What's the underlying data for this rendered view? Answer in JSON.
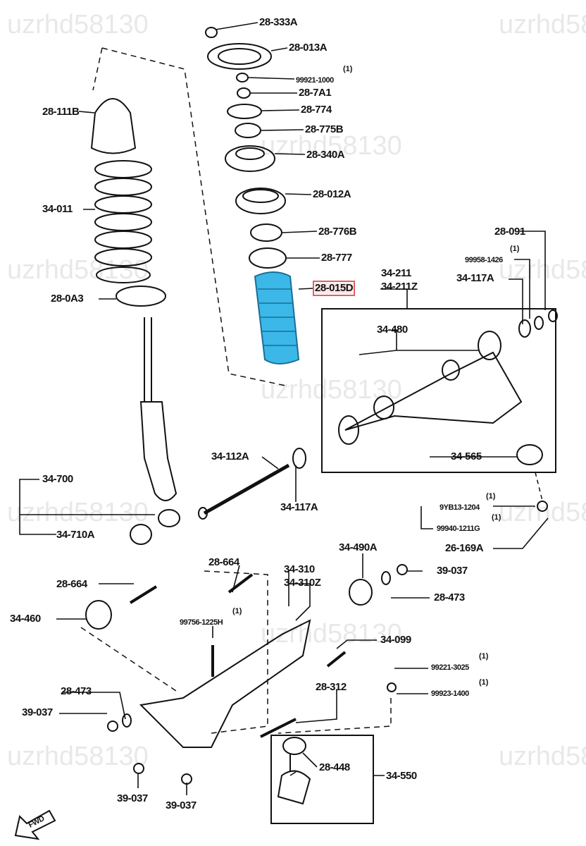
{
  "watermark": "uzrhd58130",
  "highlight_color": "#e06060",
  "boot_color": "#3bb8e8",
  "fwd_label": "FWD",
  "labels": {
    "l28_333A": "28-333A",
    "l28_013A": "28-013A",
    "l99921": "99921-1000",
    "l28_7A1": "28-7A1",
    "l28_774": "28-774",
    "l28_775B": "28-775B",
    "l28_340A": "28-340A",
    "l28_012A": "28-012A",
    "l28_776B": "28-776B",
    "l28_777": "28-777",
    "l28_015D": "28-015D",
    "l28_111B": "28-111B",
    "l34_011": "34-011",
    "l28_0A3": "28-0A3",
    "l28_091": "28-091",
    "l99958": "99958-1426",
    "l34_117A_a": "34-117A",
    "l34_211": "34-211",
    "l34_211Z": "34-211Z",
    "l34_480": "34-480",
    "l34_565": "34-565",
    "l34_112A": "34-112A",
    "l34_117A_b": "34-117A",
    "l34_700": "34-700",
    "l34_710A": "34-710A",
    "l9YB13": "9YB13-1204",
    "l99940": "99940-1211G",
    "l26_169A": "26-169A",
    "l34_490A": "34-490A",
    "l39_037_a": "39-037",
    "l28_473_a": "28-473",
    "l28_664_a": "28-664",
    "l28_664_b": "28-664",
    "l34_310": "34-310",
    "l34_310Z": "34-310Z",
    "l34_460": "34-460",
    "l99756": "99756-1225H",
    "l34_099": "34-099",
    "l99221": "99221-3025",
    "l99923": "99923-1400",
    "l28_473_b": "28-473",
    "l28_312": "28-312",
    "l39_037_b": "39-037",
    "l34_550": "34-550",
    "l28_448": "28-448",
    "l39_037_c": "39-037",
    "l39_037_d": "39-037"
  },
  "qty": "(1)"
}
